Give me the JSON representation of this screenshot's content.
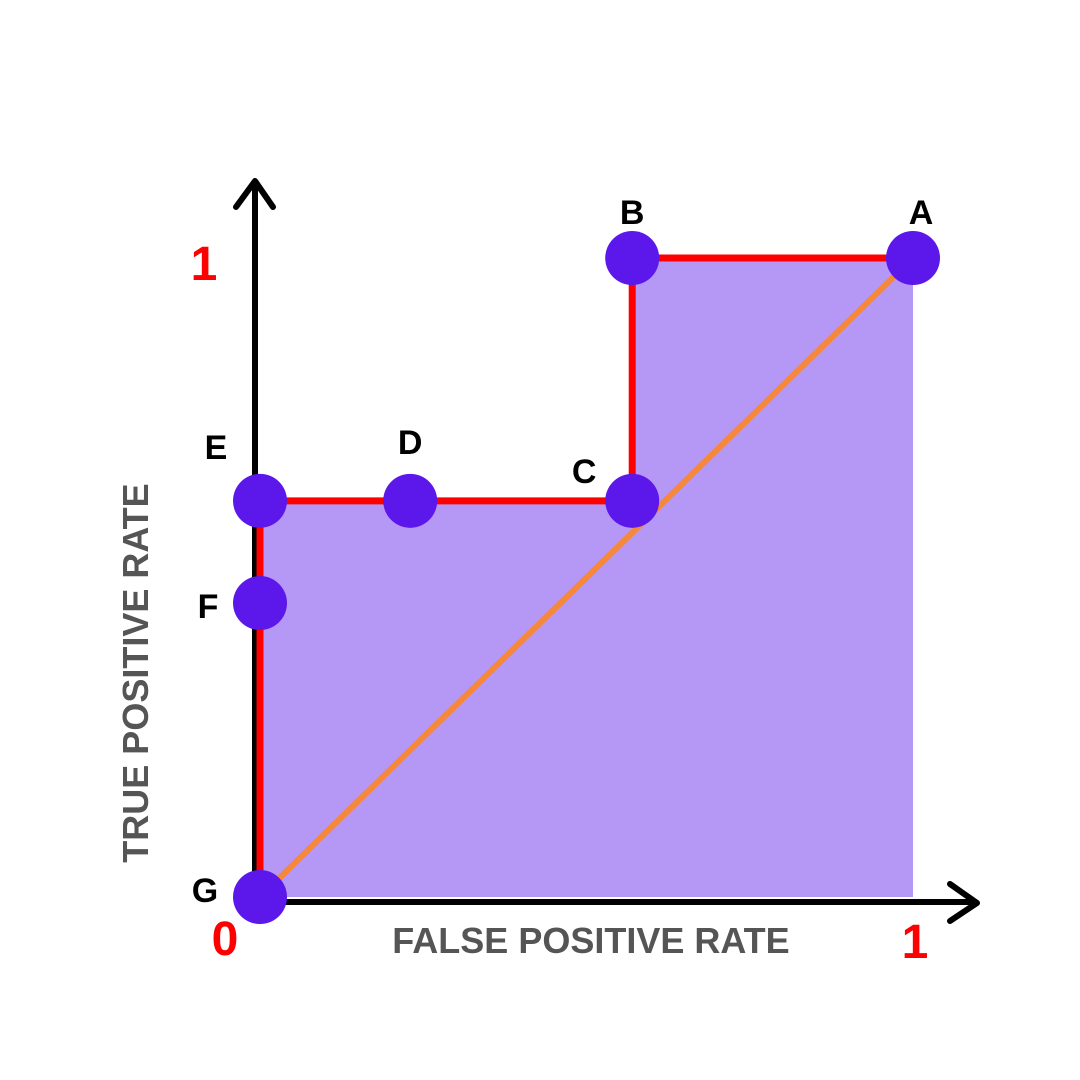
{
  "chart_data": {
    "type": "line",
    "title": "",
    "xlabel": "FALSE POSITIVE RATE",
    "ylabel": "TRUE POSITIVE RATE",
    "xlim": [
      0,
      1
    ],
    "ylim": [
      0,
      1
    ],
    "x_tick_labels": [
      "0",
      "1"
    ],
    "y_tick_labels": [
      "1"
    ],
    "tick_label_color": "#ff0000",
    "points": [
      {
        "label": "A",
        "x": 1.0,
        "y": 1.0
      },
      {
        "label": "B",
        "x": 0.57,
        "y": 1.0
      },
      {
        "label": "C",
        "x": 0.57,
        "y": 0.62
      },
      {
        "label": "D",
        "x": 0.23,
        "y": 0.62
      },
      {
        "label": "E",
        "x": 0.0,
        "y": 0.62
      },
      {
        "label": "F",
        "x": 0.0,
        "y": 0.46
      },
      {
        "label": "G",
        "x": 0.0,
        "y": 0.0
      }
    ],
    "roc_curve": {
      "color": "#ff0000",
      "path": [
        "G",
        "F",
        "E",
        "D",
        "C",
        "B",
        "A"
      ]
    },
    "diagonal": {
      "color": "#f6883c",
      "from": [
        0,
        0
      ],
      "to": [
        1,
        1
      ]
    },
    "area_fill_color": "#b597f5",
    "point_color": "#5c17ea",
    "axis_color": "#000000",
    "grid": false,
    "legend": "none"
  }
}
